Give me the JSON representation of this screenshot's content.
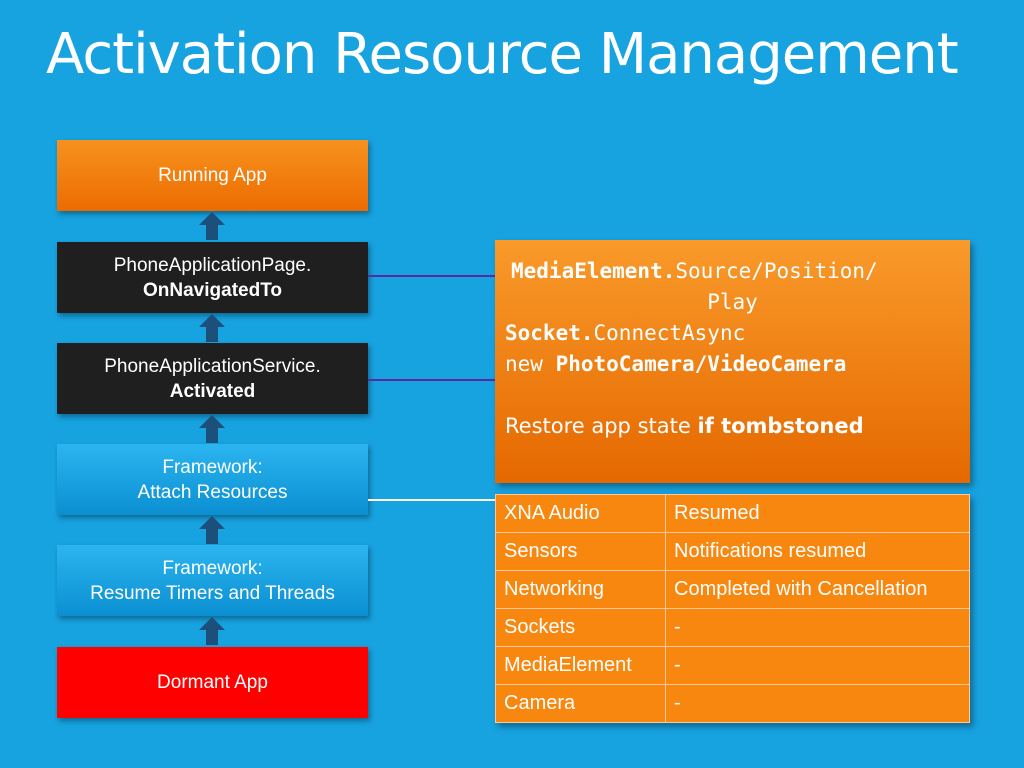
{
  "slide": {
    "title": "Activation Resource Management"
  },
  "lifecycle": {
    "running_app": {
      "label": "Running App"
    },
    "on_navigated_to": {
      "line1": "PhoneApplicationPage.",
      "line2": "OnNavigatedTo"
    },
    "activated": {
      "line1": "PhoneApplicationService.",
      "line2": "Activated"
    },
    "attach_resources": {
      "line1": "Framework:",
      "line2": "Attach Resources"
    },
    "resume_timers": {
      "line1": "Framework:",
      "line2": "Resume Timers and Threads"
    },
    "dormant_app": {
      "label": "Dormant App"
    }
  },
  "code_panel": {
    "line1_bold": "MediaElement.",
    "line1_rest": "Source/Position/",
    "line2": "Play",
    "line3_bold": "Socket.",
    "line3_rest": "ConnectAsync",
    "line4_prefix": "new ",
    "line4_bold": "PhotoCamera/VideoCamera",
    "restore_text": "Restore app state ",
    "restore_bold": "if tombstoned"
  },
  "resources_table": {
    "rows": [
      {
        "resource": "XNA Audio",
        "state": "Resumed"
      },
      {
        "resource": "Sensors",
        "state": "Notifications resumed"
      },
      {
        "resource": "Networking",
        "state": "Completed with Cancellation"
      },
      {
        "resource": "Sockets",
        "state": "-"
      },
      {
        "resource": "MediaElement",
        "state": "-"
      },
      {
        "resource": "Camera",
        "state": "-"
      }
    ]
  },
  "colors": {
    "background": "#17a2e0",
    "orange": "#f7870f",
    "dark": "#1f1f1f",
    "blue": "#0b8fd2",
    "red": "#ff0000",
    "arrow": "#1c4f7a",
    "connector_purple": "#5a2aa0",
    "connector_white": "#ffffff"
  }
}
